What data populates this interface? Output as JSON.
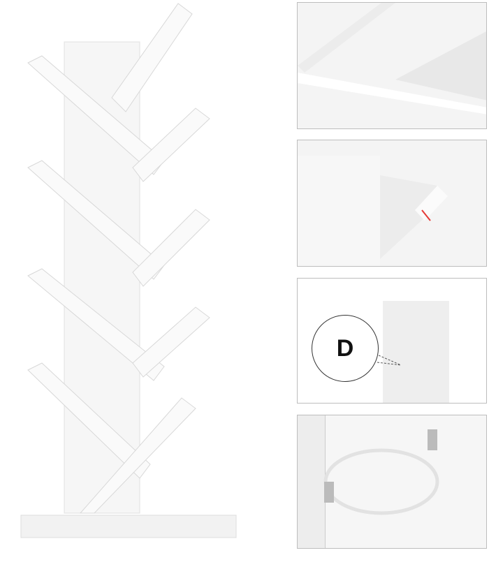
{
  "product": {
    "name": "tree bookshelf",
    "color": "#ffffff"
  },
  "insets": [
    {
      "id": "joint-detail"
    },
    {
      "id": "edge-thickness-detail",
      "marker_color": "#e53935"
    },
    {
      "id": "part-label-detail",
      "label": "D"
    },
    {
      "id": "anti-tip-strap-detail"
    }
  ]
}
